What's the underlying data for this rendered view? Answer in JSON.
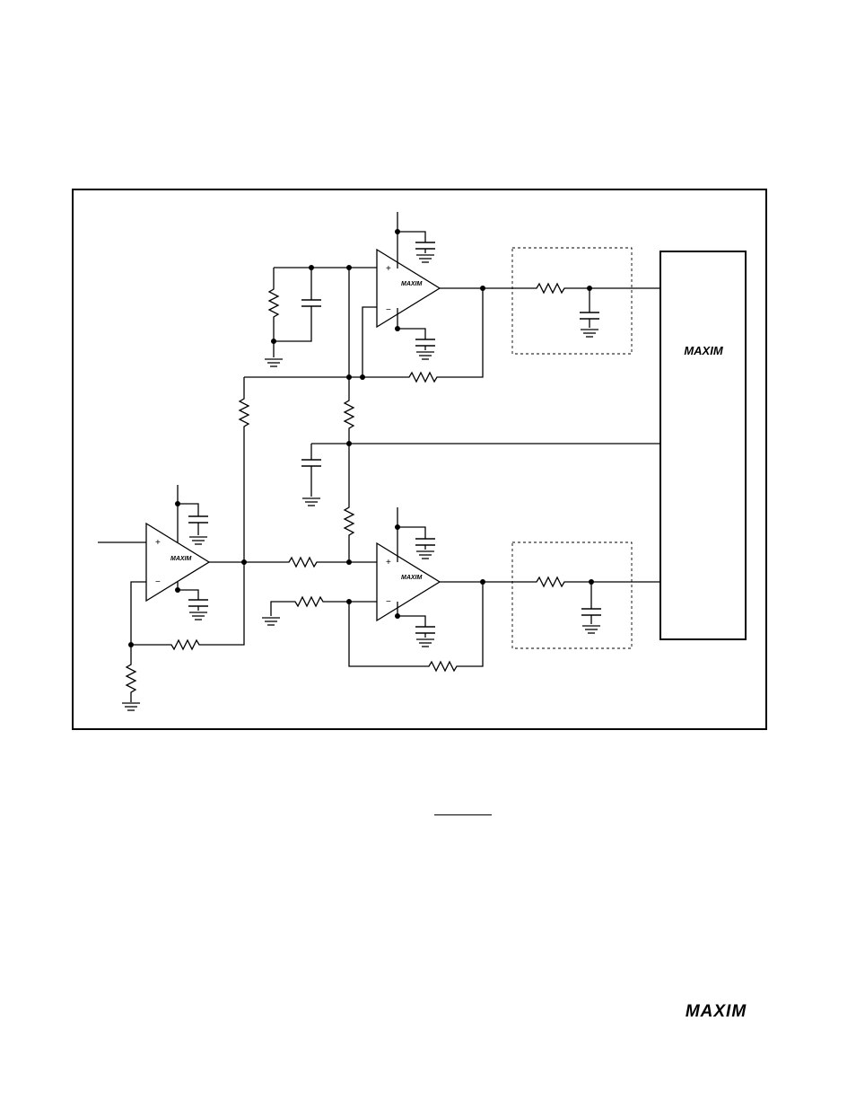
{
  "brand": {
    "logo_text": "MAXIM"
  },
  "schematic": {
    "opamps": [
      {
        "id": "opamp-top",
        "plus": "+",
        "minus": "−",
        "logo": "MAXIM"
      },
      {
        "id": "opamp-bottom",
        "plus": "+",
        "minus": "−",
        "logo": "MAXIM"
      },
      {
        "id": "opamp-input",
        "plus": "+",
        "minus": "−",
        "logo": "MAXIM"
      }
    ],
    "block_logo": "MAXIM"
  }
}
